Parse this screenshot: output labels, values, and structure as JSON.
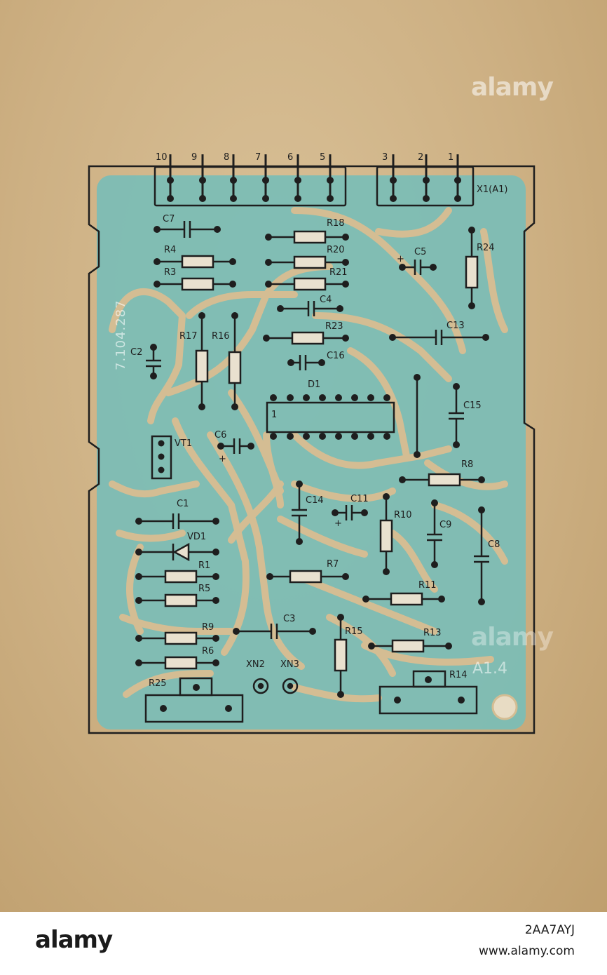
{
  "connector": {
    "label": "X1(A1)",
    "pins": [
      "10",
      "9",
      "8",
      "7",
      "6",
      "5",
      "3",
      "2",
      "1"
    ]
  },
  "components": {
    "resistors": [
      "R18",
      "R20",
      "R21",
      "R23",
      "R24",
      "R4",
      "R3",
      "R17",
      "R16",
      "R8",
      "R10",
      "R7",
      "R11",
      "R13",
      "R15",
      "R1",
      "R5",
      "R9",
      "R6"
    ],
    "capacitors": [
      "C7",
      "C5",
      "C4",
      "C16",
      "C13",
      "C2",
      "C15",
      "C6",
      "C14",
      "C11",
      "C9",
      "C8",
      "C1",
      "C3"
    ],
    "diode": "VD1",
    "transistor": "VT1",
    "ic": "D1",
    "ic_pin1": "1",
    "trimmers": [
      "R25",
      "R14"
    ],
    "test_points": [
      "XN2",
      "XN3"
    ],
    "polarity_mark": "+"
  },
  "board": {
    "code": "7.104.287",
    "revision": "A1.4"
  },
  "watermark": "alamy",
  "footer": {
    "logo": "alamy",
    "image_id": "2AA7AYJ",
    "url": "www.alamy.com"
  },
  "colors": {
    "paper": "#cdb083",
    "copper_mask": "#7cbdb5",
    "ink": "#1e1e1e"
  }
}
